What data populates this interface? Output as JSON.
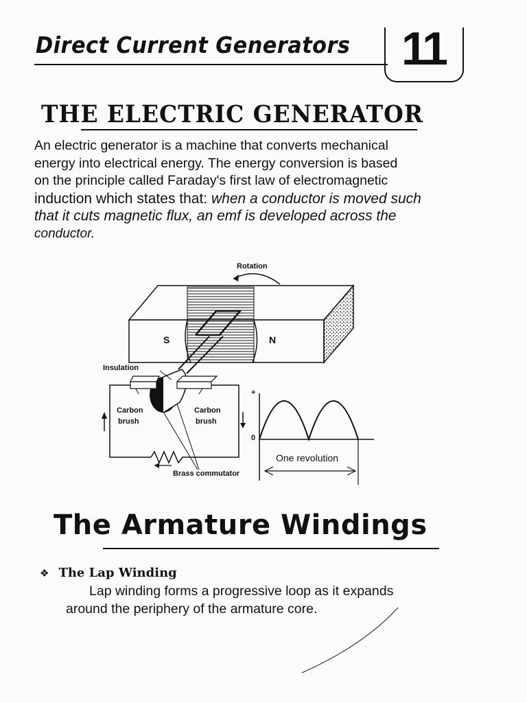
{
  "header": {
    "chapter_title": "Direct Current Generators",
    "chapter_number": "11"
  },
  "section1": {
    "title": "THE ELECTRIC GENERATOR",
    "para_lines": [
      "An electric generator is a machine that converts mechanical",
      "energy into electrical energy. The energy conversion is based",
      "on the principle called Faraday's first law of electromagnetic"
    ],
    "line4_plain": "induction which states that: ",
    "line4_italic": "when a conductor is moved such",
    "line5_italic": "that it cuts magnetic flux, an emf is developed across the",
    "line6_italic": "conductor."
  },
  "figure": {
    "rotation": "Rotation",
    "pole_s": "S",
    "pole_n": "N",
    "insulation": "Insulation",
    "carbon_brush_left_1": "Carbon",
    "carbon_brush_left_2": "brush",
    "carbon_brush_right_1": "Carbon",
    "carbon_brush_right_2": "brush",
    "brass_commutator": "Brass commutator",
    "plus_sign": "+",
    "zero": "0",
    "one_revolution": "One revolution"
  },
  "section2": {
    "title": "The Armature Windings",
    "bullet_icon": "diamond-bullet",
    "bullet_title": "The Lap Winding",
    "body_line1": "Lap winding forms a progressive loop as it expands",
    "body_line2": "around the periphery of the armature core."
  }
}
